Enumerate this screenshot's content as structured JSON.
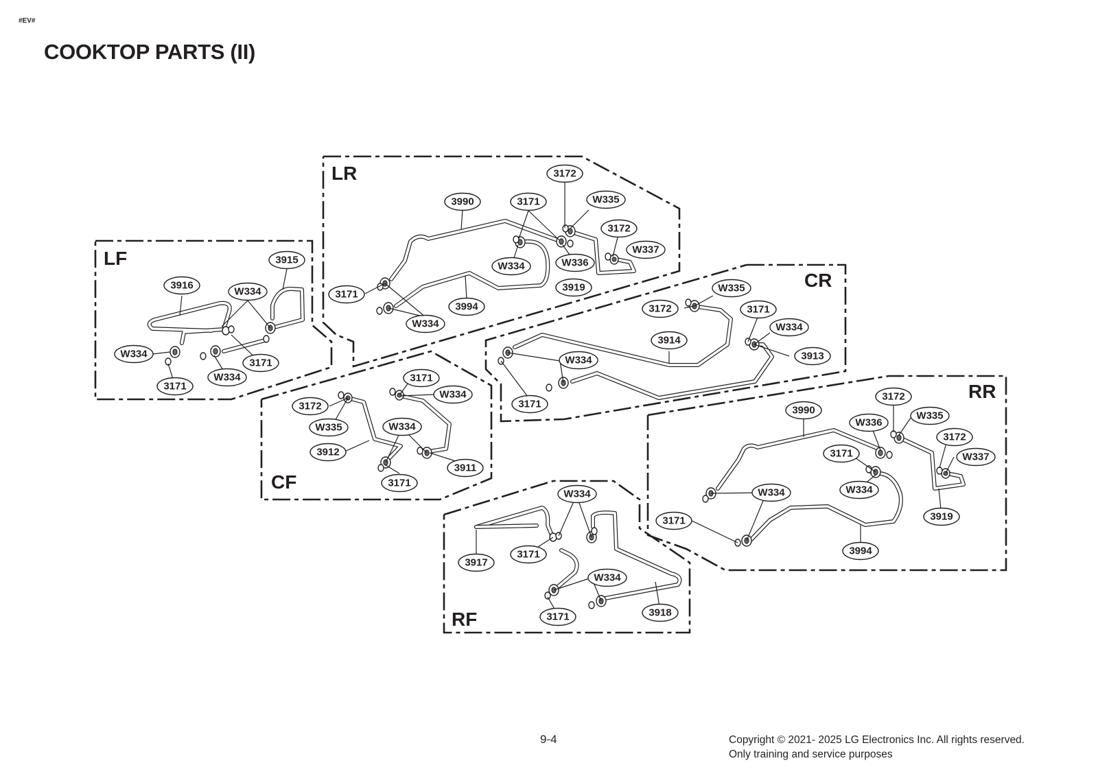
{
  "header": {
    "tag": "#EV#",
    "title": "COOKTOP PARTS (II)"
  },
  "footer": {
    "page_number": "9-4",
    "copyright_line1": "Copyright © 2021- 2025 LG Electronics Inc. All rights reserved.",
    "copyright_line2": "Only training and service purposes"
  },
  "zones": {
    "LF": "LF",
    "LR": "LR",
    "CR": "CR",
    "CF": "CF",
    "RR": "RR",
    "RF": "RF"
  },
  "callouts": {
    "lf": [
      "3916",
      "W334",
      "3915",
      "W334",
      "3171",
      "W334",
      "3171"
    ],
    "lr": [
      "3172",
      "3990",
      "3171",
      "W335",
      "3172",
      "W337",
      "W334",
      "W336",
      "3919",
      "3171",
      "3994",
      "W334"
    ],
    "cr": [
      "W335",
      "3172",
      "3171",
      "W334",
      "3914",
      "3913",
      "W334",
      "3171"
    ],
    "cf": [
      "3171",
      "W334",
      "3172",
      "W335",
      "W334",
      "3912",
      "3911",
      "3171"
    ],
    "rr": [
      "3172",
      "3990",
      "W336",
      "W335",
      "3172",
      "3171",
      "W337",
      "W334",
      "W334",
      "3919",
      "3171",
      "3994"
    ],
    "rf": [
      "W334",
      "3917",
      "3171",
      "W334",
      "3171",
      "3918"
    ]
  }
}
